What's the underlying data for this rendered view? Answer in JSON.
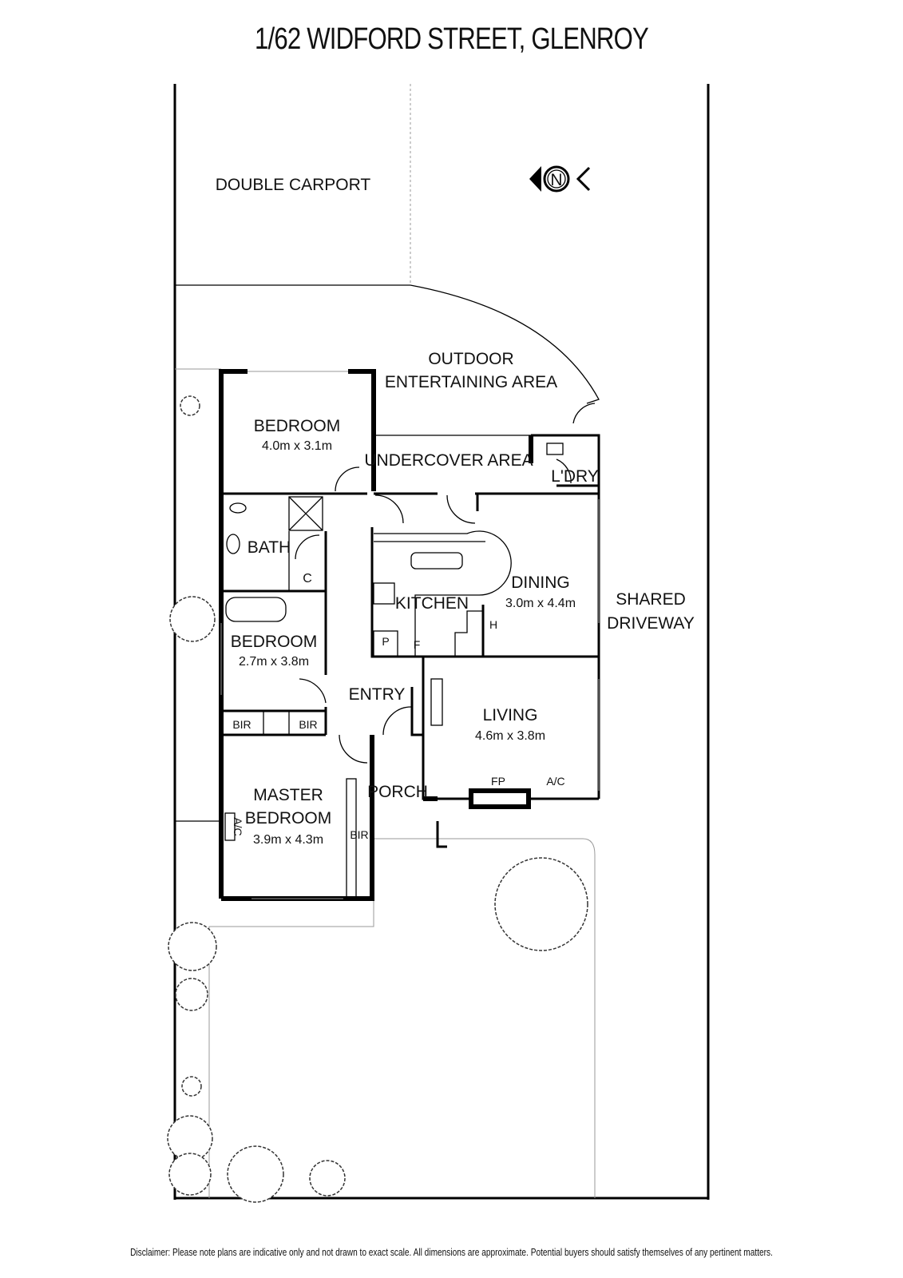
{
  "title": "1/62 WIDFORD STREET, GLENROY",
  "disclaimer": "Disclaimer: Please note plans are indicative only and not drawn to exact scale. All dimensions are approximate. Potential buyers should satisfy themselves of any pertinent matters.",
  "compass": {
    "letter": "N"
  },
  "rooms": {
    "carport": "DOUBLE CARPORT",
    "outdoor_1": "OUTDOOR",
    "outdoor_2": "ENTERTAINING AREA",
    "bedroom1": {
      "name": "BEDROOM",
      "dim": "4.0m x 3.1m"
    },
    "undercover": "UNDERCOVER AREA",
    "laundry": "L'DRY",
    "bath": "BATH",
    "cupboard": "C",
    "kitchen": "KITCHEN",
    "pantry": "P",
    "fridge": "F",
    "heater": "H",
    "dining": {
      "name": "DINING",
      "dim": "3.0m x 4.4m"
    },
    "driveway_1": "SHARED",
    "driveway_2": "DRIVEWAY",
    "bedroom2": {
      "name": "BEDROOM",
      "dim": "2.7m x 3.8m"
    },
    "bir": "BIR",
    "entry": "ENTRY",
    "living": {
      "name": "LIVING",
      "dim": "4.6m x 3.8m"
    },
    "fireplace": "FP",
    "ac": "A/C",
    "porch": "PORCH",
    "master": {
      "name1": "MASTER",
      "name2": "BEDROOM",
      "dim": "3.9m x 4.3m"
    }
  }
}
